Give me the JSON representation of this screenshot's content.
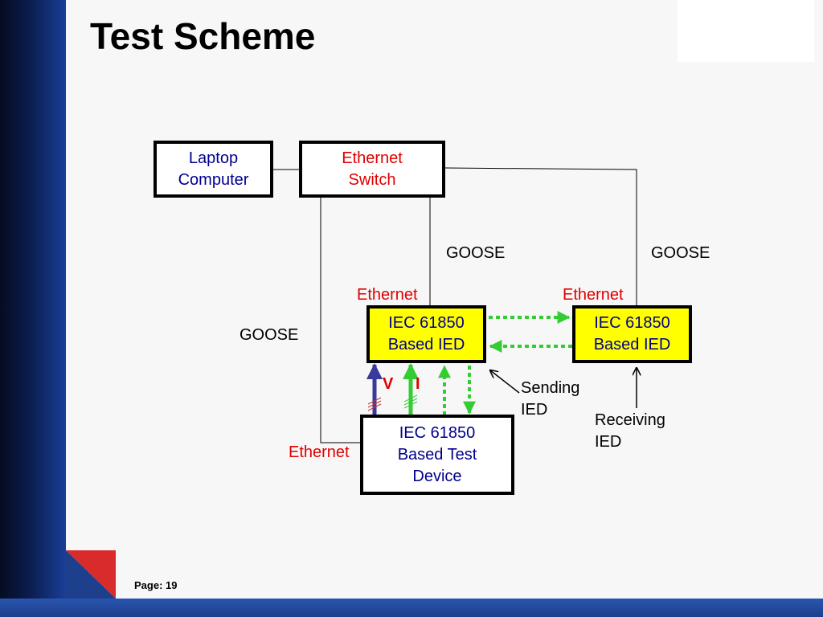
{
  "title": "Test Scheme",
  "page_label": "Page: 19",
  "nodes": {
    "laptop": "Laptop\nComputer",
    "switch": "Ethernet\nSwitch",
    "sending_ied": "IEC 61850\nBased IED",
    "receiving_ied": "IEC 61850\nBased IED",
    "test_device": "IEC 61850\nBased Test\nDevice"
  },
  "labels": {
    "goose_mid": "GOOSE",
    "goose_right": "GOOSE",
    "goose_left": "GOOSE",
    "ethernet_sending": "Ethernet",
    "ethernet_receiving": "Ethernet",
    "ethernet_test": "Ethernet",
    "v": "V",
    "i": "I",
    "sending_ied": "Sending\nIED",
    "receiving_ied": "Receiving\nIED"
  },
  "colors": {
    "blue_arrow": "#3a3a9a",
    "green": "#33cc33",
    "ethernet_text": "#e00000",
    "node_text": "#00008c",
    "ied_fill": "#ffff00"
  }
}
